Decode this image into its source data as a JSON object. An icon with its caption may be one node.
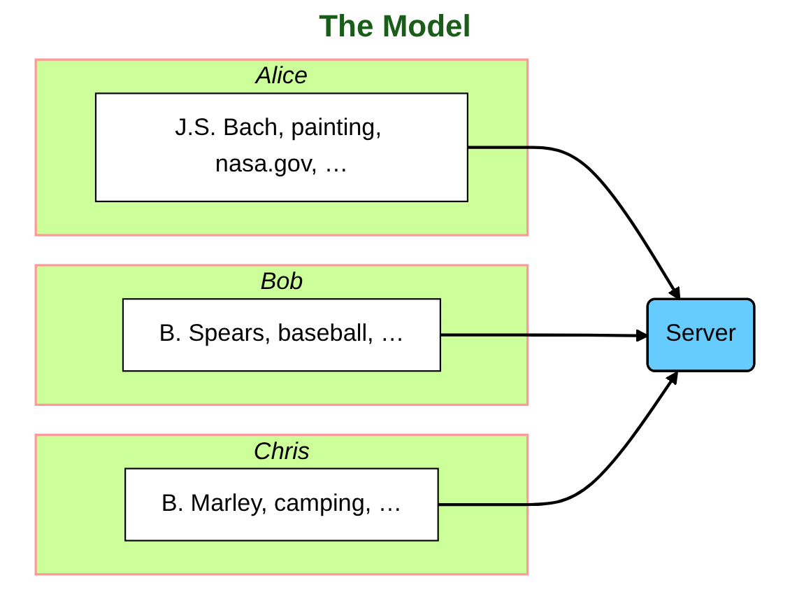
{
  "diagram": {
    "title": "The Model",
    "nodes": [
      {
        "text": [
          "Alice"
        ]
      },
      {
        "text": [
          "J.S. Bach, painting, nasa.gov, …"
        ],
        "in": 0
      },
      {
        "text": [
          "Bob"
        ]
      },
      {
        "text": [
          "B. Spears, baseball, …"
        ],
        "in": 2
      },
      {
        "text": [
          "Chris"
        ]
      },
      {
        "text": [
          "B. Marley, camping, …"
        ],
        "in": 4
      },
      {
        "text": [
          "Server"
        ]
      }
    ],
    "edges": [
      {
        "from": 1,
        "to": 6,
        "arrow": "to"
      },
      {
        "from": 3,
        "to": 6,
        "arrow": "to"
      },
      {
        "from": 5,
        "to": 6,
        "arrow": "to"
      }
    ]
  }
}
